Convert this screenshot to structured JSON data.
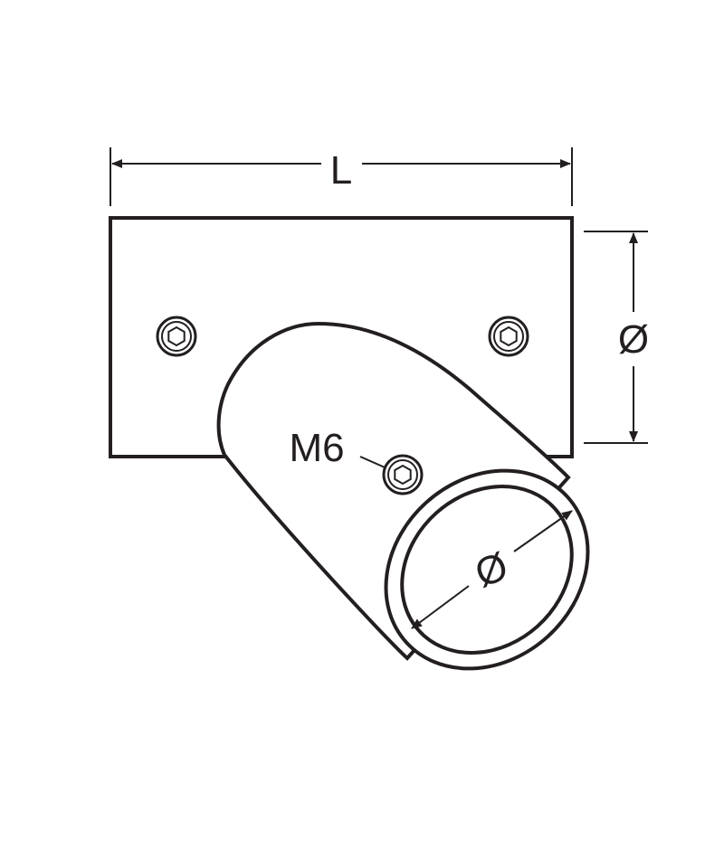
{
  "labels": {
    "length": "L",
    "base_diameter": "Ø",
    "tube_diameter": "Ø",
    "screw": "M6"
  },
  "colors": {
    "line": "#231f20",
    "background": "#ffffff"
  }
}
